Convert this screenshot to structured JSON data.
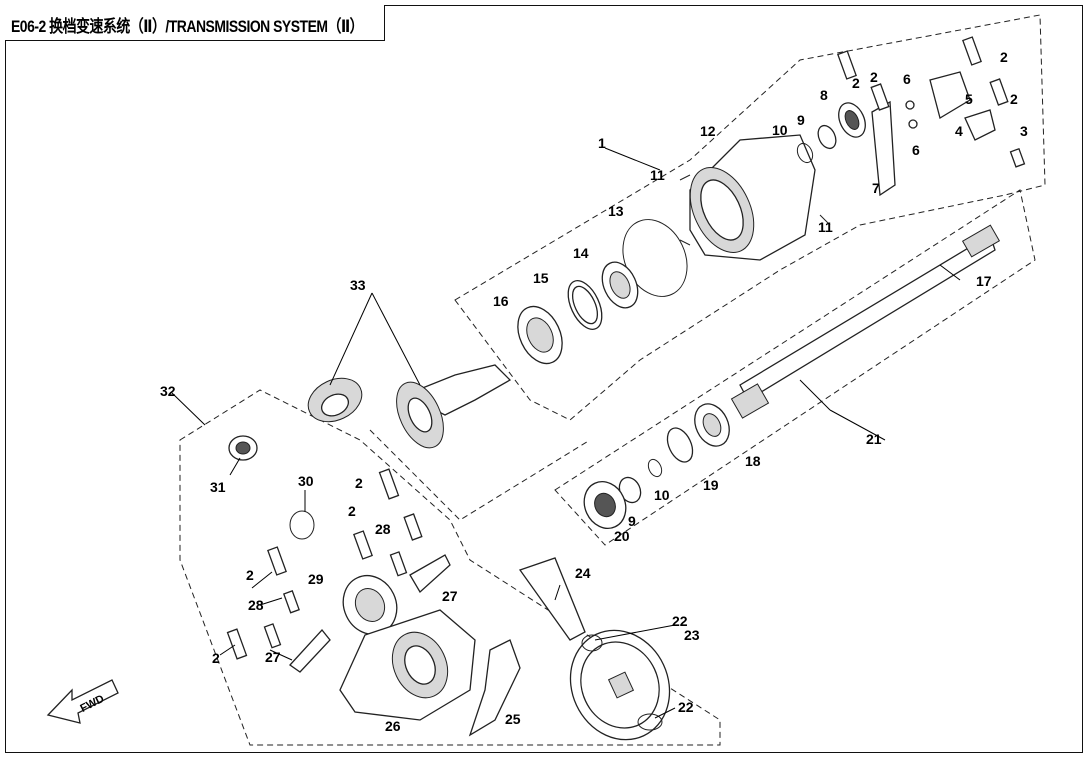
{
  "header": {
    "title": "E06-2 换档变速系统（Ⅱ）/TRANSMISSION SYSTEM（Ⅱ）"
  },
  "direction": {
    "label": "FWD",
    "icon": "arrow-left-icon"
  },
  "callouts": {
    "c1": "1",
    "c2a": "2",
    "c2b": "2",
    "c2c": "2",
    "c2d": "2",
    "c2e": "2",
    "c2f": "2",
    "c2g": "2",
    "c2h": "2",
    "c3": "3",
    "c4": "4",
    "c5": "5",
    "c6a": "6",
    "c6b": "6",
    "c7": "7",
    "c8": "8",
    "c9a": "9",
    "c9b": "9",
    "c10a": "10",
    "c10b": "10",
    "c11a": "11",
    "c11b": "11",
    "c12": "12",
    "c13": "13",
    "c14": "14",
    "c15": "15",
    "c16": "16",
    "c17": "17",
    "c18": "18",
    "c19": "19",
    "c20": "20",
    "c21": "21",
    "c22a": "22",
    "c22b": "22",
    "c23": "23",
    "c24": "24",
    "c25": "25",
    "c26": "26",
    "c27a": "27",
    "c27b": "27",
    "c28a": "28",
    "c28b": "28",
    "c29": "29",
    "c30": "30",
    "c31": "31",
    "c32": "32",
    "c33": "33"
  }
}
